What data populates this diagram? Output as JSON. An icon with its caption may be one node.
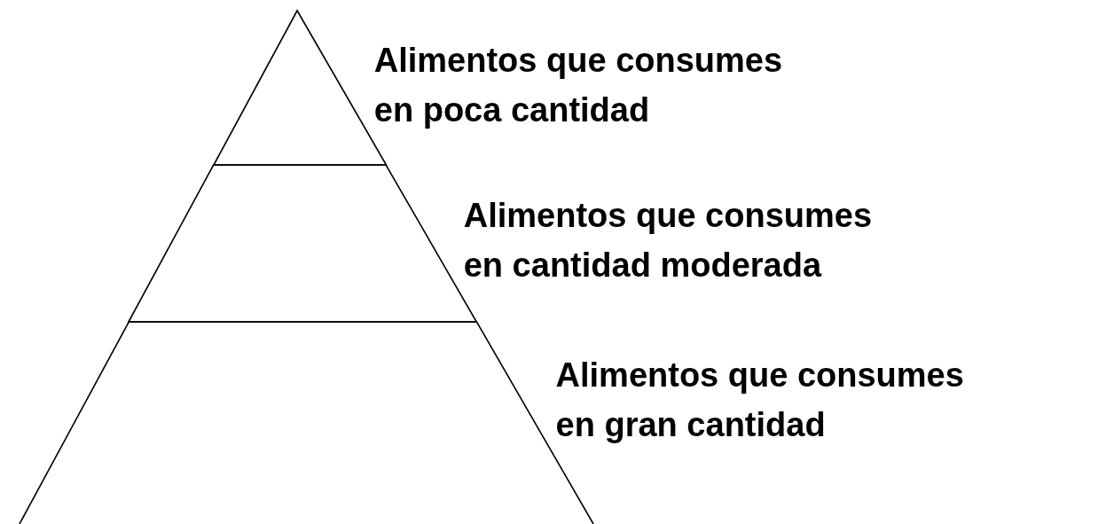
{
  "diagram": {
    "nodes": [
      {
        "text": [],
        "shape": "triangle",
        "beside": [
          "Alimentos que consumes en poca cantidad"
        ]
      },
      {
        "text": [],
        "shape": "trapezoid",
        "beside": [
          "Alimentos que consumes en cantidad moderada"
        ]
      },
      {
        "text": [],
        "shape": "trapezoid",
        "beside": [
          "Alimentos que consumes en gran cantidad"
        ]
      }
    ]
  }
}
